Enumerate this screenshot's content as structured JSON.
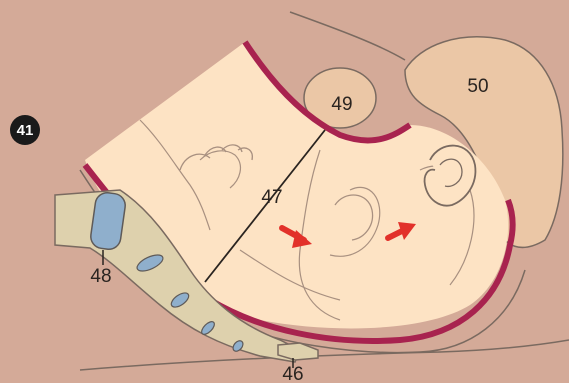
{
  "figure": {
    "badge": "41",
    "labels": {
      "l46": "46",
      "l47": "47",
      "l48": "48",
      "l49": "49",
      "l50": "50"
    },
    "colors": {
      "background": "#d4aa98",
      "skin": "#fde3c4",
      "uterine_wall": "#a8234f",
      "bone": "#ded1ad",
      "disc": "#8fafcc",
      "arrow": "#e2312a",
      "outline": "#7a6a60"
    }
  }
}
